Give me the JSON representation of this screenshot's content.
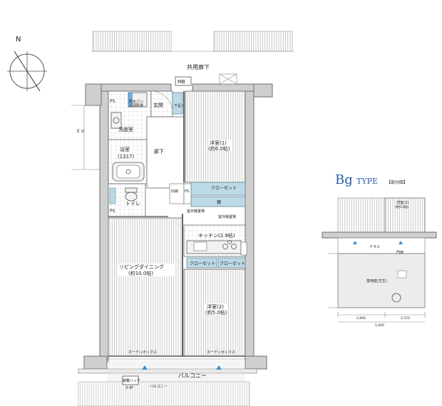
{
  "compass": {
    "north": "N"
  },
  "labels": {
    "corridor": "共用廊下",
    "mb": "MB",
    "ps1": "PS",
    "ps2": "PS",
    "ps3": "PS",
    "water_pan": "防水パン\n上部乾燥",
    "entrance": "玄関",
    "shoes": "下足入",
    "washroom": "洗面室",
    "bath": "浴室",
    "bath_size": "(1317)",
    "hallway": "廊下",
    "western1": "洋室(1)",
    "western1_size": "(約6.0帖)",
    "storage": "収納",
    "closet1": "クローゼット",
    "shelf": "棚",
    "toilet": "トイレ",
    "kitchen": "キッチン(2.9帖)",
    "closet2": "クローゼット",
    "closet3": "クローゼット",
    "living": "リビングダイニング",
    "living_size": "(約10.0帖)",
    "western2": "洋室(2)",
    "western2_size": "(約5.0帖)",
    "balcony": "バルコニー",
    "balcony2": "バルコニー",
    "ev": "E V",
    "cover": "避難ハッチ",
    "floors": "3-9F",
    "outdoor": "室外機置場",
    "curtain": "カーテンボックス",
    "living_window": "カーテンボックス",
    "outdoor_unit": "室外機置場"
  },
  "type_title": {
    "code": "Bg",
    "word": "TYPE",
    "note": "【部分図】"
  },
  "partial": {
    "room": "洋室(2)",
    "room_size": "(約5.0帖)",
    "terrace": "テラス",
    "garden": "専用庭(芝生)",
    "gate": "門扉",
    "dim1": "5,400",
    "dim2": "2,800",
    "dim3": "2,570"
  }
}
